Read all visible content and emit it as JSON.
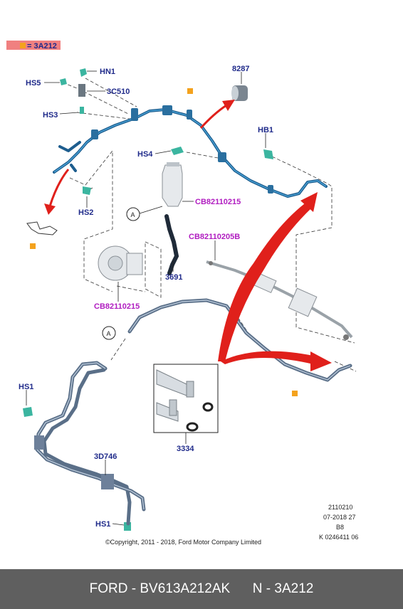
{
  "legend": {
    "swatch_color": "#f4a21d",
    "highlight_color": "#f08080",
    "text": "= 3A212"
  },
  "labels": {
    "hn1": "HN1",
    "hs5": "HS5",
    "c3c510": "3C510",
    "hs3": "HS3",
    "p8287": "8287",
    "hb1": "HB1",
    "hs4": "HS4",
    "hs2": "HS2",
    "cb82110215_top": "CB82110215",
    "a_top": "A",
    "cb82110205b": "CB82110205B",
    "p3691": "3691",
    "cb82110215_bottom": "CB82110215",
    "a_bottom": "A",
    "hs1_top": "HS1",
    "d3d746": "3D746",
    "p3334": "3334",
    "hs1_bottom": "HS1"
  },
  "info_block": [
    "2110210",
    "07-2018 27",
    "B8",
    "K 0246411 06"
  ],
  "copyright": "©Copyright, 2011 - 2018, Ford Motor Company Limited",
  "footer": {
    "text": "FORD - BV613A212AK      N - 3A212",
    "background": "#5f5f5f"
  },
  "colors": {
    "label_blue": "#1f2a8a",
    "label_magenta": "#b01cc0",
    "arrow_red": "#e0201b",
    "hose_blue": "#1d5d8e",
    "tube_grey": "#5a6f88",
    "marker_orange": "#f4a21d"
  }
}
